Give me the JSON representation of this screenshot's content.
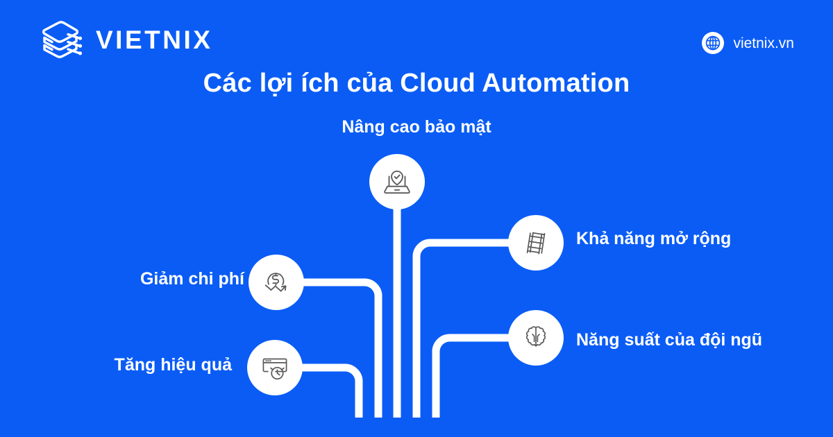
{
  "theme": {
    "background": "#0a5cf5",
    "foreground": "#ffffff",
    "icon_stroke": "#4a4a4a"
  },
  "header": {
    "logo_icon": "vietnix-stacked-layers-logo",
    "brand_name": "VIETNIX",
    "site_icon": "globe-icon",
    "site_url": "vietnix.vn"
  },
  "title": "Các lợi ích của Cloud Automation",
  "diagram": {
    "type": "branching-tree",
    "nodes": [
      {
        "id": "security",
        "label": "Nâng cao bảo mật",
        "icon": "laptop-shield-check-icon",
        "position": "top-center",
        "label_position": "above"
      },
      {
        "id": "scalability",
        "label": "Khả năng mở rộng",
        "icon": "ladder-icon",
        "position": "right-upper",
        "label_position": "right"
      },
      {
        "id": "cost",
        "label": "Giảm chi phí",
        "icon": "dollar-down-arrow-icon",
        "position": "left-upper",
        "label_position": "left"
      },
      {
        "id": "productivity",
        "label": "Năng suất của đội ngũ",
        "icon": "brain-icon",
        "position": "right-lower",
        "label_position": "right"
      },
      {
        "id": "efficiency",
        "label": "Tăng hiệu quả",
        "icon": "browser-clock-icon",
        "position": "left-lower",
        "label_position": "left"
      }
    ]
  }
}
